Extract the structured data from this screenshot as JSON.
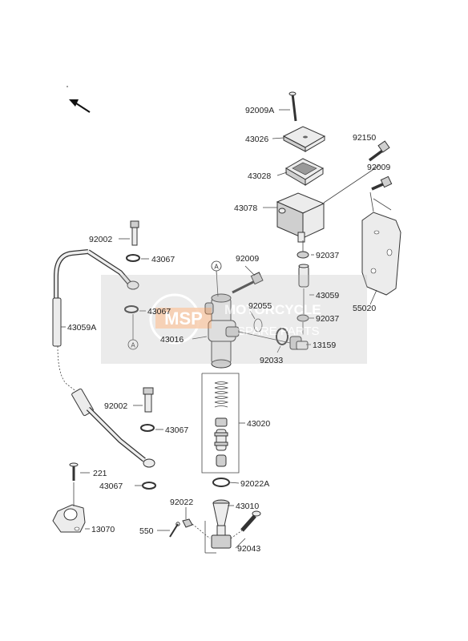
{
  "labels": {
    "p92009A": "92009A",
    "p43026": "43026",
    "p92150": "92150",
    "p92009_top": "92009",
    "p43028": "43028",
    "p43078": "43078",
    "p92002_top": "92002",
    "p43067_a": "43067",
    "p92009_mid": "92009",
    "p92037_a": "92037",
    "p43059": "43059",
    "p92037_b": "92037",
    "p55020": "55020",
    "p43067_b": "43067",
    "p92055": "92055",
    "p43059A": "43059A",
    "p43016": "43016",
    "p13159": "13159",
    "p92033": "92033",
    "p92002_bot": "92002",
    "p43020": "43020",
    "p43067_c": "43067",
    "p221": "221",
    "p43067_d": "43067",
    "p92022A": "92022A",
    "p92022": "92022",
    "p43010": "43010",
    "p550": "550",
    "p13070": "13070",
    "p92043": "92043"
  },
  "markers": {
    "ref_a": "A"
  },
  "watermark": {
    "logo": "MSP",
    "line1": "MOTORCYCLE",
    "line2": "SPARE PARTS"
  },
  "icons": {
    "direction_arrow": "arrow-up-left-icon"
  }
}
